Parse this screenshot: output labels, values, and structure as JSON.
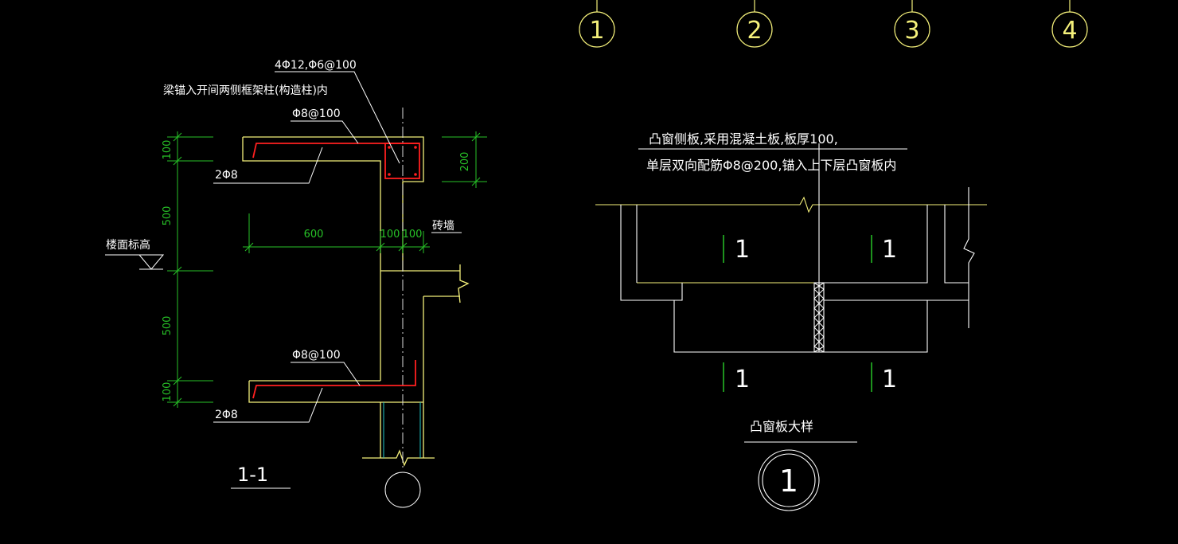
{
  "colors": {
    "background": "#000000",
    "yellow": "#f4f07a",
    "green": "#27c227",
    "white": "#ffffff",
    "red": "#ff2020",
    "cyan": "#22c8c8"
  },
  "axis_bubbles": [
    "1",
    "2",
    "3",
    "4"
  ],
  "section": {
    "note_anchor": "梁锚入开间两侧框架柱(构造柱)内",
    "note_rebar_top": "4Φ12,Φ6@100",
    "note_stirrup_top": "Φ8@100",
    "note_bottom_bars_top": "2Φ8",
    "note_stirrup_bottom": "Φ8@100",
    "note_bottom_bars_bottom": "2Φ8",
    "label_floor_level": "楼面标高",
    "label_brick_wall": "砖墙",
    "dim_v_top": "100",
    "dim_v_upper": "500",
    "dim_v_lower": "500",
    "dim_v_bottom": "100",
    "dim_h_600": "600",
    "dim_h_100a": "100",
    "dim_h_100b": "100",
    "dim_right_200": "200",
    "section_title": "1-1"
  },
  "plan": {
    "note_line1": "凸窗侧板,采用混凝土板,板厚100,",
    "note_line2": "单层双向配筋Φ8@200,锚入上下层凸窗板内",
    "cut_1": "1",
    "cut_2": "1",
    "cut_3": "1",
    "cut_4": "1",
    "title": "凸窗板大样",
    "detail_number": "1"
  }
}
